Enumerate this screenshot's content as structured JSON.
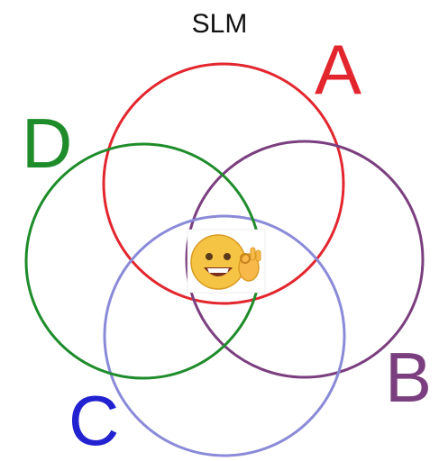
{
  "title": "SLM",
  "sets": [
    {
      "id": "A",
      "label": "A",
      "color": "#e3262e"
    },
    {
      "id": "B",
      "label": "B",
      "color": "#7b3f7f"
    },
    {
      "id": "C",
      "label": "C",
      "color": "#8a8ad8"
    },
    {
      "id": "D",
      "label": "D",
      "color": "#1e8c2b"
    }
  ],
  "center_icon": {
    "name": "smiling-face-ok-hand-emoji",
    "glyph": "🙂👌"
  },
  "label_colors": {
    "A": "#e3262e",
    "B": "#7b3f7f",
    "C": "#2222d0",
    "D": "#1e8c2b"
  }
}
